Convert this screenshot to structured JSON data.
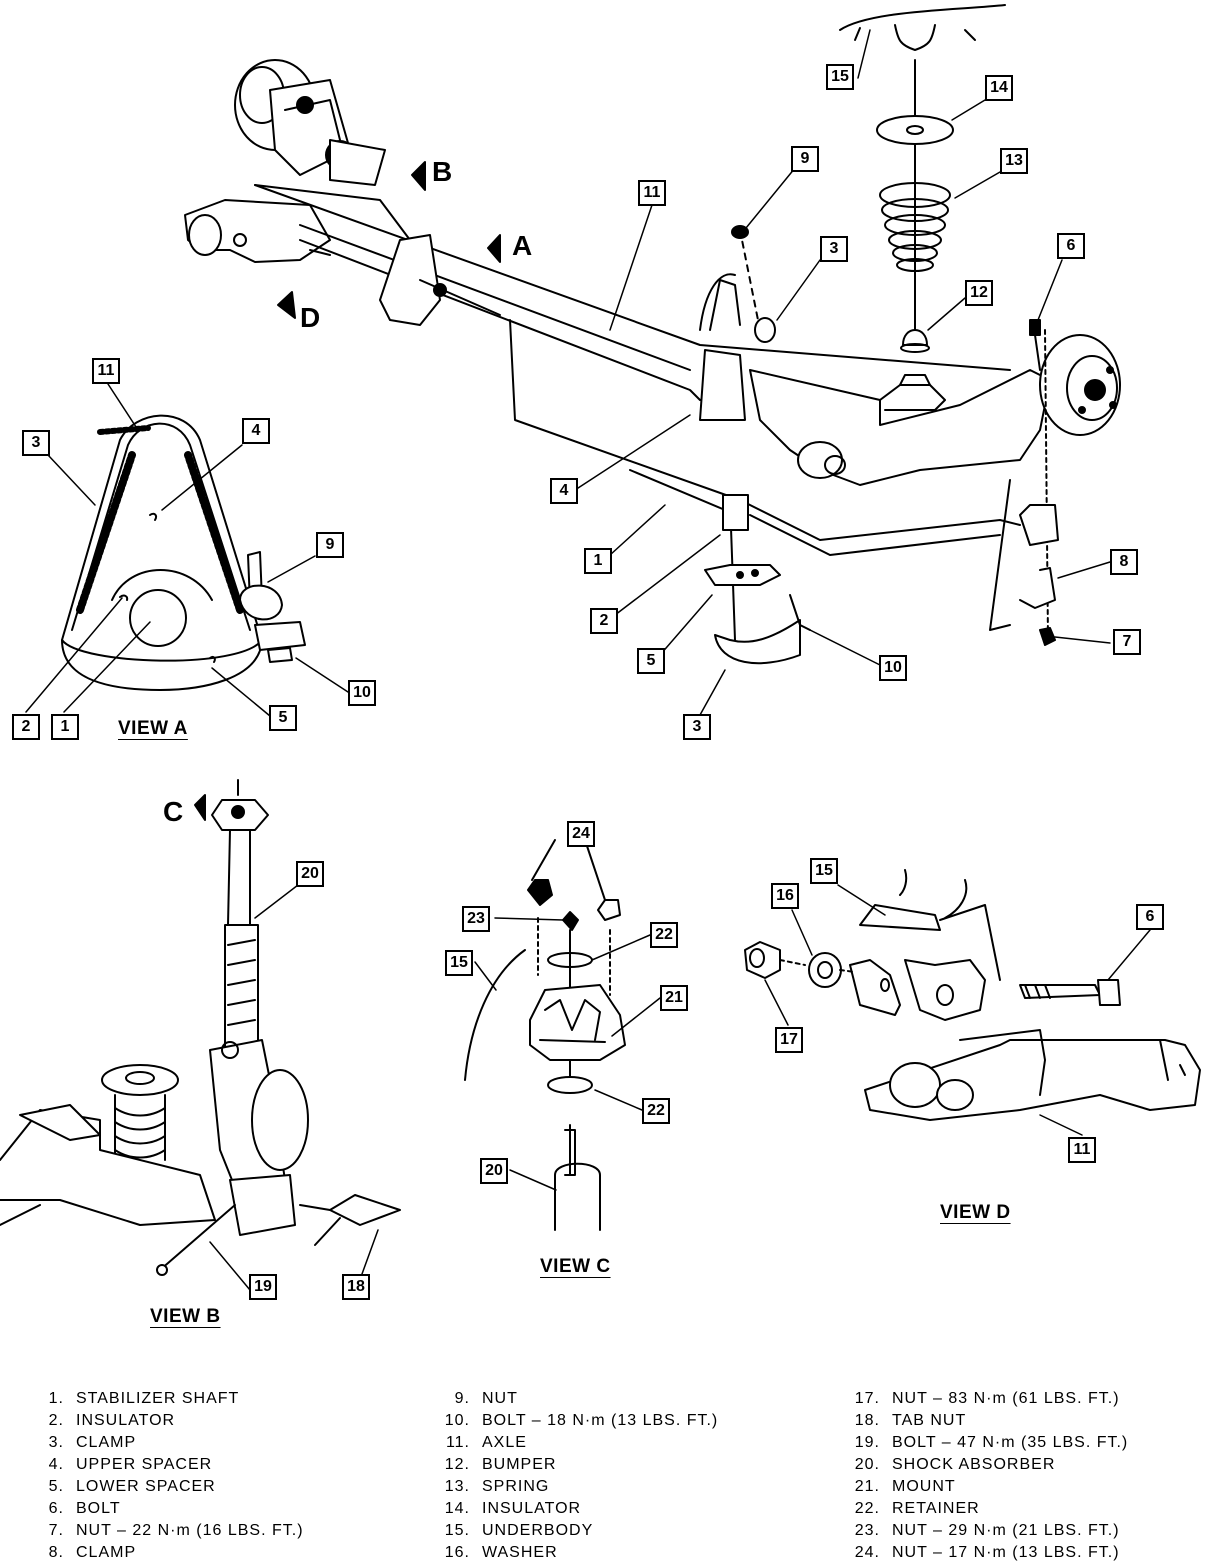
{
  "callouts": {
    "top": {
      "c15": "15",
      "c14": "14",
      "c13": "13",
      "c12": "12",
      "c11": "11",
      "c9": "9",
      "c3": "3",
      "c6": "6",
      "c4": "4",
      "c1": "1",
      "c2": "2",
      "c5": "5",
      "c3b": "3",
      "c10": "10",
      "c8": "8",
      "c7": "7"
    },
    "view_a": {
      "c11": "11",
      "c3": "3",
      "c4": "4",
      "c9": "9",
      "c10": "10",
      "c5": "5",
      "c2": "2",
      "c1": "1"
    },
    "view_b": {
      "c20": "20",
      "c19": "19",
      "c18": "18"
    },
    "view_c": {
      "c24": "24",
      "c23": "23",
      "c22a": "22",
      "c15": "15",
      "c21": "21",
      "c22b": "22",
      "c20": "20"
    },
    "view_d": {
      "c15": "15",
      "c16": "16",
      "c6": "6",
      "c17": "17",
      "c11": "11"
    }
  },
  "view_labels": {
    "a": "VIEW A",
    "b": "VIEW B",
    "c": "VIEW C",
    "d": "VIEW D"
  },
  "view_arrows": {
    "a": "A",
    "b": "B",
    "c": "C",
    "d": "D"
  },
  "legend": {
    "col1": [
      {
        "num": "1.",
        "text": "STABILIZER SHAFT"
      },
      {
        "num": "2.",
        "text": "INSULATOR"
      },
      {
        "num": "3.",
        "text": "CLAMP"
      },
      {
        "num": "4.",
        "text": "UPPER SPACER"
      },
      {
        "num": "5.",
        "text": "LOWER SPACER"
      },
      {
        "num": "6.",
        "text": "BOLT"
      },
      {
        "num": "7.",
        "text": "NUT – 22 N·m (16 LBS. FT.)"
      },
      {
        "num": "8.",
        "text": "CLAMP"
      }
    ],
    "col2": [
      {
        "num": "9.",
        "text": "NUT"
      },
      {
        "num": "10.",
        "text": "BOLT – 18 N·m (13 LBS. FT.)"
      },
      {
        "num": "11.",
        "text": "AXLE"
      },
      {
        "num": "12.",
        "text": "BUMPER"
      },
      {
        "num": "13.",
        "text": "SPRING"
      },
      {
        "num": "14.",
        "text": "INSULATOR"
      },
      {
        "num": "15.",
        "text": "UNDERBODY"
      },
      {
        "num": "16.",
        "text": "WASHER"
      }
    ],
    "col3": [
      {
        "num": "17.",
        "text": "NUT – 83 N·m (61 LBS. FT.)"
      },
      {
        "num": "18.",
        "text": "TAB NUT"
      },
      {
        "num": "19.",
        "text": "BOLT – 47 N·m (35 LBS. FT.)"
      },
      {
        "num": "20.",
        "text": "SHOCK ABSORBER"
      },
      {
        "num": "21.",
        "text": "MOUNT"
      },
      {
        "num": "22.",
        "text": "RETAINER"
      },
      {
        "num": "23.",
        "text": "NUT – 29 N·m (21 LBS. FT.)"
      },
      {
        "num": "24.",
        "text": "NUT – 17 N·m (13 LBS. FT.)"
      }
    ]
  }
}
